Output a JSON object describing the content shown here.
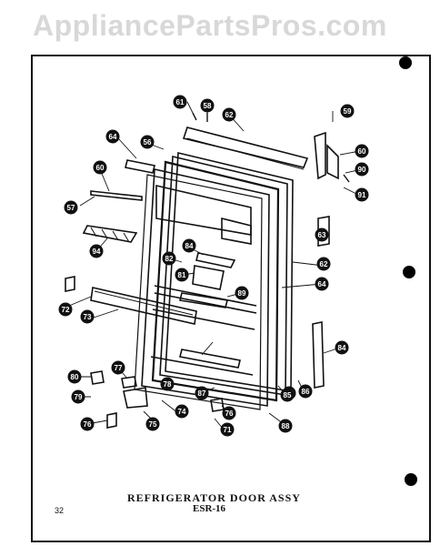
{
  "watermark": "AppliancePartsPros.com",
  "title_line1": "REFRIGERATOR DOOR ASSY",
  "title_line2": "ESR-16",
  "page_number": "32",
  "callouts": [
    "61",
    "58",
    "62",
    "64",
    "56",
    "59",
    "60",
    "90",
    "91",
    "60",
    "57",
    "63",
    "94",
    "84",
    "82",
    "81",
    "62",
    "64",
    "89",
    "72",
    "73",
    "84",
    "85",
    "80",
    "77",
    "78",
    "79",
    "74",
    "76",
    "75",
    "76",
    "71",
    "87",
    "85",
    "86",
    "88"
  ]
}
